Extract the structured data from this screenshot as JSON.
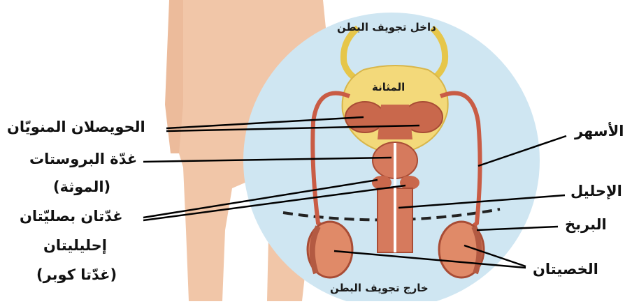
{
  "labels": {
    "abdomen_inside": "داخل تجويف البطن",
    "bladder": "المثانة",
    "abdomen_outside": "خارج تجويف البطن",
    "seminal_vesicles": "الحويصلان المنويّان",
    "prostate": "غدّة البروستات",
    "prostate_alt": "(الموثة)",
    "bulbourethral_1": "غدّتان بصليّتان",
    "bulbourethral_2": "إحليليتان",
    "bulbourethral_3": "(غدّتا كوبر)",
    "vas_deferens": "الأسهر",
    "urethra": "الإحليل",
    "epididymis": "البربخ",
    "testes": "الخصيتان"
  },
  "colors": {
    "circle": "#cfe6f2",
    "body": "#f1c6a8",
    "organ": "#c9684c",
    "bladder": "#f3d97a",
    "duct": "#c95c45"
  }
}
